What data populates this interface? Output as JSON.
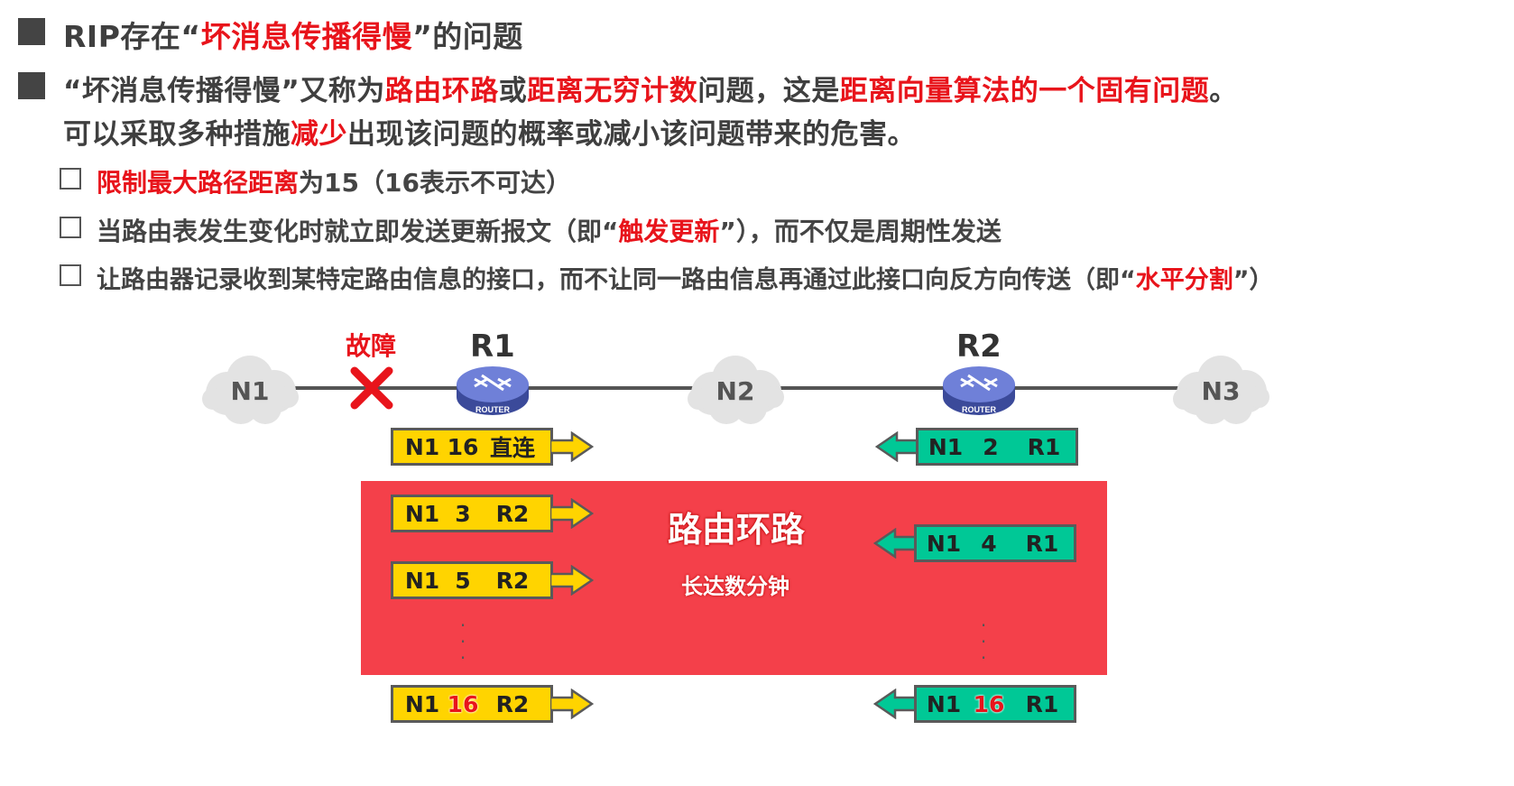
{
  "header": {
    "bullet1": {
      "pre": "RIP存在“",
      "red": "坏消息传播得慢",
      "post": "”的问题"
    },
    "bullet2": {
      "l1_a": "“坏消息传播得慢”又称为",
      "l1_red1": "路由环路",
      "l1_b": "或",
      "l1_red2": "距离无穷计数",
      "l1_c": "问题，这是",
      "l1_red3": "距离向量算法的一个固有问题",
      "l1_d": "。",
      "l2_a": "可以采取多种措施",
      "l2_red": "减少",
      "l2_b": "出现该问题的概率或减小该问题带来的危害。"
    },
    "measures": [
      {
        "pre": "",
        "red": "限制最大路径距离",
        "post": "为15（16表示不可达）"
      },
      {
        "pre": "当路由表发生变化时就立即发送更新报文（即“",
        "red": "触发更新",
        "post": "”），而不仅是周期性发送"
      },
      {
        "pre": "让路由器记录收到某特定路由信息的接口，而不让同一路由信息再通过此接口向反方向传送（即“",
        "red": "水平分割",
        "post": "”）"
      }
    ]
  },
  "diagram": {
    "networks": [
      "N1",
      "N2",
      "N3"
    ],
    "routers": [
      "R1",
      "R2"
    ],
    "router_badge": "ROUTER",
    "fault_label": "故障",
    "loop_title": "路由环路",
    "loop_subtitle": "长达数分钟",
    "r1_messages": [
      {
        "net": "N1",
        "dist": "16",
        "next": "直连"
      },
      {
        "net": "N1",
        "dist": "3",
        "next": "R2"
      },
      {
        "net": "N1",
        "dist": "5",
        "next": "R2"
      },
      {
        "net": "N1",
        "dist": "16",
        "next": "R2"
      }
    ],
    "r2_messages": [
      {
        "net": "N1",
        "dist": "2",
        "next": "R1"
      },
      {
        "net": "N1",
        "dist": "4",
        "next": "R1"
      },
      {
        "net": "N1",
        "dist": "16",
        "next": "R1"
      }
    ],
    "colors": {
      "yellow_msg": "#ffd400",
      "green_msg": "#00c896",
      "loop_bg": "#f4404a",
      "accent_red": "#e8141b"
    }
  }
}
